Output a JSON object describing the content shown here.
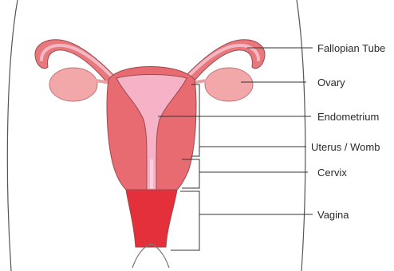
{
  "labels": {
    "fallopian_tube": "Fallopian Tube",
    "ovary": "Ovary",
    "endometrium": "Endometrium",
    "uterus": "Uterus / Womb",
    "cervix": "Cervix",
    "vagina": "Vagina"
  },
  "colors": {
    "tube_outer": "#e8787c",
    "tube_inner": "#f4b8c4",
    "ovary": "#f2a7a9",
    "uterus_wall": "#e96b72",
    "endometrium": "#f6b3c8",
    "vagina": "#e3303b",
    "outline": "#9a4a4e",
    "leader": "#333333",
    "body_outline": "#555555"
  }
}
